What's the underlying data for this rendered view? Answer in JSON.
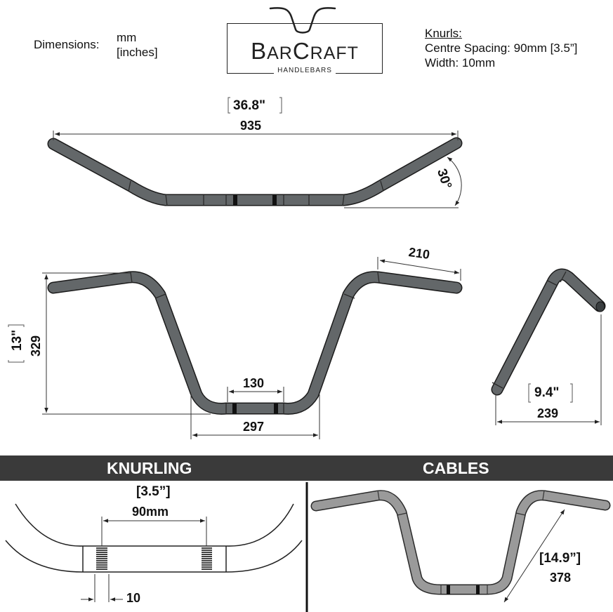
{
  "legend": {
    "dimensions_label": "Dimensions:",
    "units_primary": "mm",
    "units_secondary": "[inches]"
  },
  "logo": {
    "brand_a": "B",
    "brand_b": "AR",
    "brand_c": "C",
    "brand_d": "RAFT",
    "subtitle": "HANDLEBARS"
  },
  "knurls_info": {
    "title": "Knurls:",
    "spacing": "Centre Spacing: 90mm [3.5”]",
    "width": "Width: 10mm"
  },
  "top_view": {
    "width_in": "36.8\"",
    "width_mm": "935",
    "angle": "30°"
  },
  "front_view": {
    "height_in": "13\"",
    "height_mm": "329",
    "grip_length": "210",
    "knurl_center": "130",
    "base_width": "297"
  },
  "side_view": {
    "pullback_in": "9.4\"",
    "pullback_mm": "239"
  },
  "sections": {
    "knurling_title": "KNURLING",
    "cables_title": "CABLES"
  },
  "knurling": {
    "spacing_in": "[3.5”]",
    "spacing_mm": "90mm",
    "width_mm": "10"
  },
  "cables": {
    "length_in": "[14.9”]",
    "length_mm": "378"
  },
  "colors": {
    "bar": "#5f6468",
    "bar_light": "#9a9a9a",
    "band": "#3a3a3a"
  }
}
